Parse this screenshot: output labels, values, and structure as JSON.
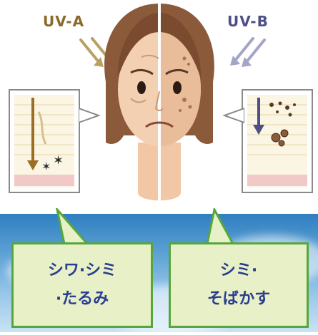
{
  "uv_a": {
    "label": "UV-A"
  },
  "uv_b": {
    "label": "UV-B"
  },
  "callout_left": {
    "text": "シワ·シミ\n·たるみ"
  },
  "callout_right": {
    "text": "シミ·\nそばかす"
  },
  "colors": {
    "uv_a": "#8a6a2a",
    "uv_b": "#4d4f86",
    "callout_fill": "#e7f0c6",
    "callout_border": "#57a63c",
    "callout_text": "#2a3d8f",
    "sky": "#5fa3d6"
  },
  "icons": [
    "arrow-down-uva-icon",
    "arrow-down-uvb-icon",
    "sun-ray-arrow-icon"
  ]
}
